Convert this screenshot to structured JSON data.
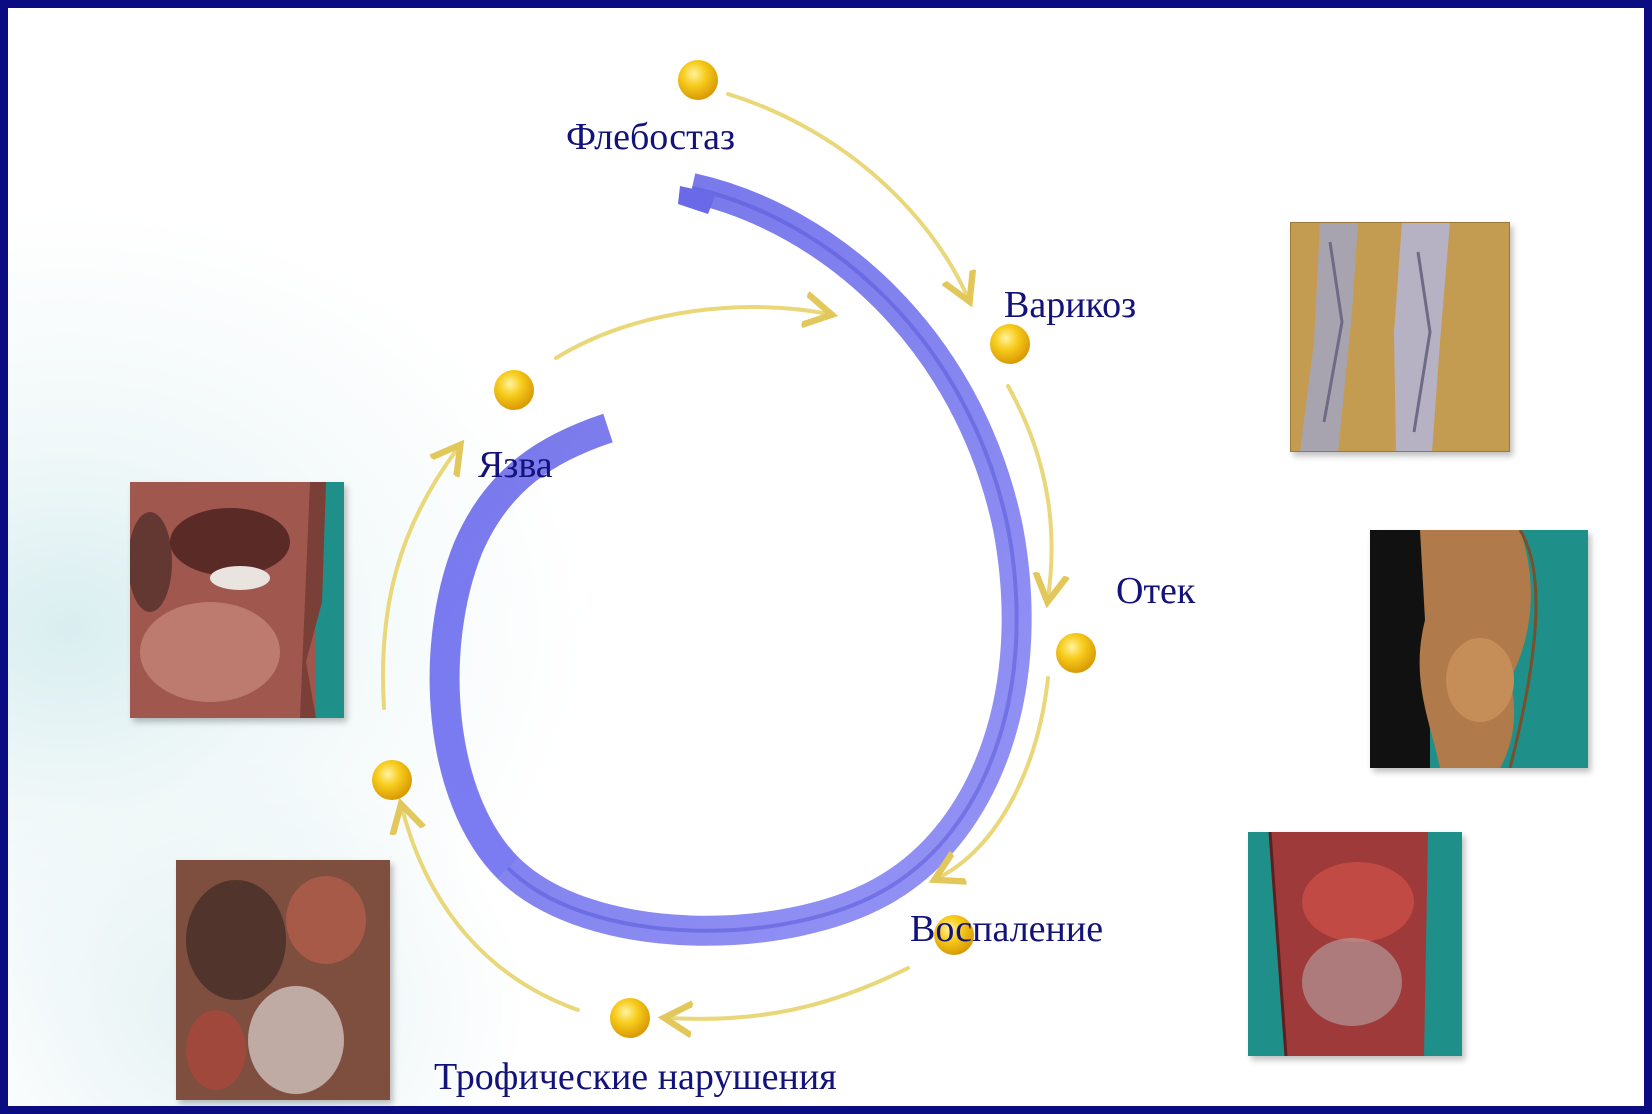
{
  "stages": [
    {
      "id": "flebostaz",
      "label": "Флебостаз"
    },
    {
      "id": "varikoz",
      "label": "Варикоз"
    },
    {
      "id": "otek",
      "label": "Отек"
    },
    {
      "id": "vospalenie",
      "label": "Воспаление"
    },
    {
      "id": "troficheskie",
      "label": "Трофические нарушения"
    },
    {
      "id": "yazva",
      "label": "Язва"
    }
  ],
  "photos": [
    {
      "id": "legs-varicose",
      "icon": "varicose-legs-photo"
    },
    {
      "id": "leg-edema",
      "icon": "edema-leg-photo"
    },
    {
      "id": "leg-inflammation",
      "icon": "inflamed-skin-photo"
    },
    {
      "id": "leg-trophic",
      "icon": "trophic-skin-photo"
    },
    {
      "id": "leg-ulcer",
      "icon": "ulcer-photo"
    }
  ],
  "colors": {
    "background_frame": "#0b0b82",
    "label_text": "#12127a",
    "node": "#f5c518",
    "arrow": "#e9d77a",
    "spiral": "#7f7ff0"
  }
}
